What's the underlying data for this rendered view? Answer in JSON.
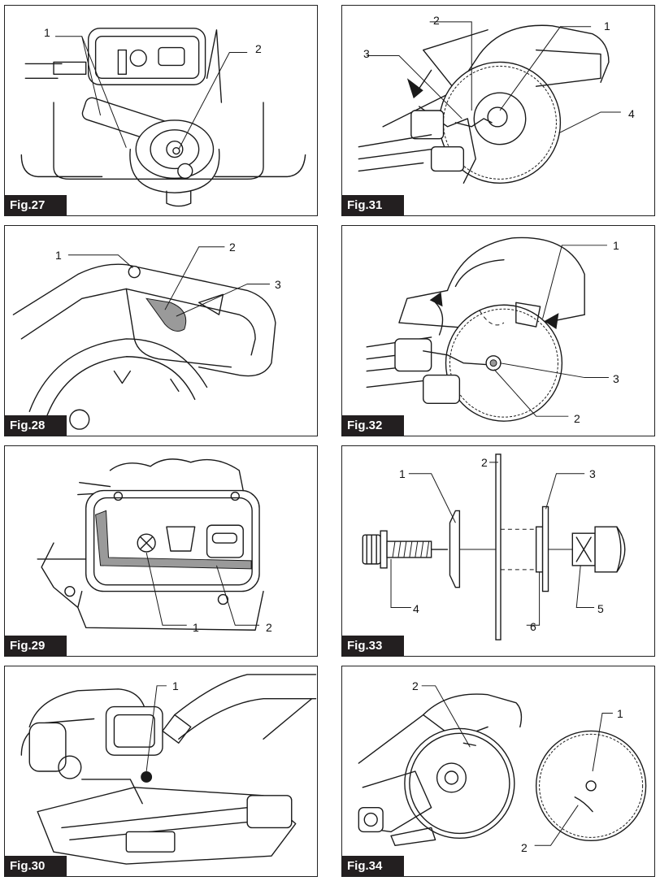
{
  "figures": [
    {
      "id": "fig27",
      "label": "Fig.27",
      "callouts": [
        "1",
        "2"
      ]
    },
    {
      "id": "fig28",
      "label": "Fig.28",
      "callouts": [
        "1",
        "2",
        "3"
      ]
    },
    {
      "id": "fig29",
      "label": "Fig.29",
      "callouts": [
        "1",
        "2"
      ]
    },
    {
      "id": "fig30",
      "label": "Fig.30",
      "callouts": [
        "1"
      ]
    },
    {
      "id": "fig31",
      "label": "Fig.31",
      "callouts": [
        "2",
        "1",
        "3",
        "4"
      ]
    },
    {
      "id": "fig32",
      "label": "Fig.32",
      "callouts": [
        "1",
        "3",
        "2"
      ]
    },
    {
      "id": "fig33",
      "label": "Fig.33",
      "callouts": [
        "2",
        "1",
        "3",
        "4",
        "6",
        "5"
      ]
    },
    {
      "id": "fig34",
      "label": "Fig.34",
      "callouts": [
        "2",
        "1",
        "2"
      ]
    }
  ]
}
